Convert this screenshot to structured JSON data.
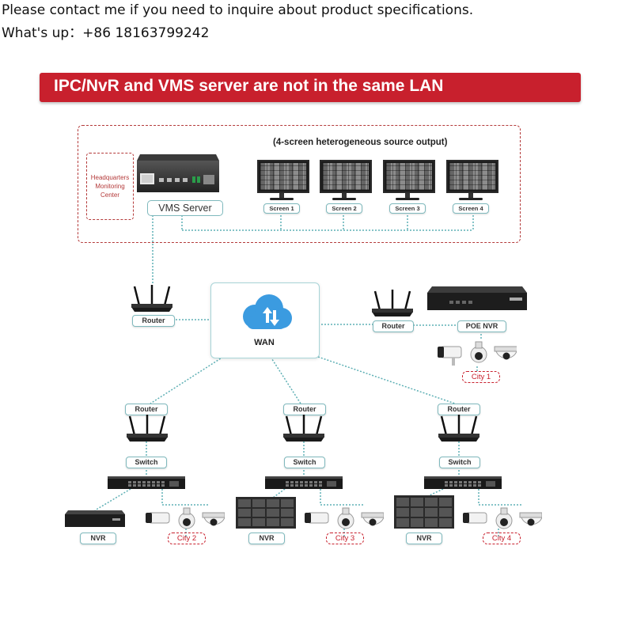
{
  "header": {
    "line1": "Please contact me if you need to inquire about product specifications.",
    "line2": "What's up：+86 18163799242"
  },
  "banner": {
    "title": "IPC/NvR and VMS server are not in the same LAN"
  },
  "headquarters": {
    "label": "Headquarters Monitoring Center",
    "output_caption": "(4-screen heterogeneous source output)",
    "vms_label": "VMS Server",
    "screens": [
      "Screen 1",
      "Screen 2",
      "Screen 3",
      "Screen 4"
    ]
  },
  "wan": {
    "label": "WAN"
  },
  "labels": {
    "router": "Router",
    "switch": "Switch",
    "nvr": "NVR",
    "poe_nvr": "POE NVR"
  },
  "cities": [
    "City 1",
    "City 2",
    "City 3",
    "City 4"
  ],
  "colors": {
    "banner": "#c8202d",
    "dashed_border": "#b43a3a",
    "connector": "#5fb0b5",
    "cloud": "#3b9be0"
  },
  "icons": [
    "router-icon",
    "switch-icon",
    "nvr-icon",
    "camera-icon",
    "cloud-icon",
    "monitor-icon",
    "server-icon"
  ]
}
